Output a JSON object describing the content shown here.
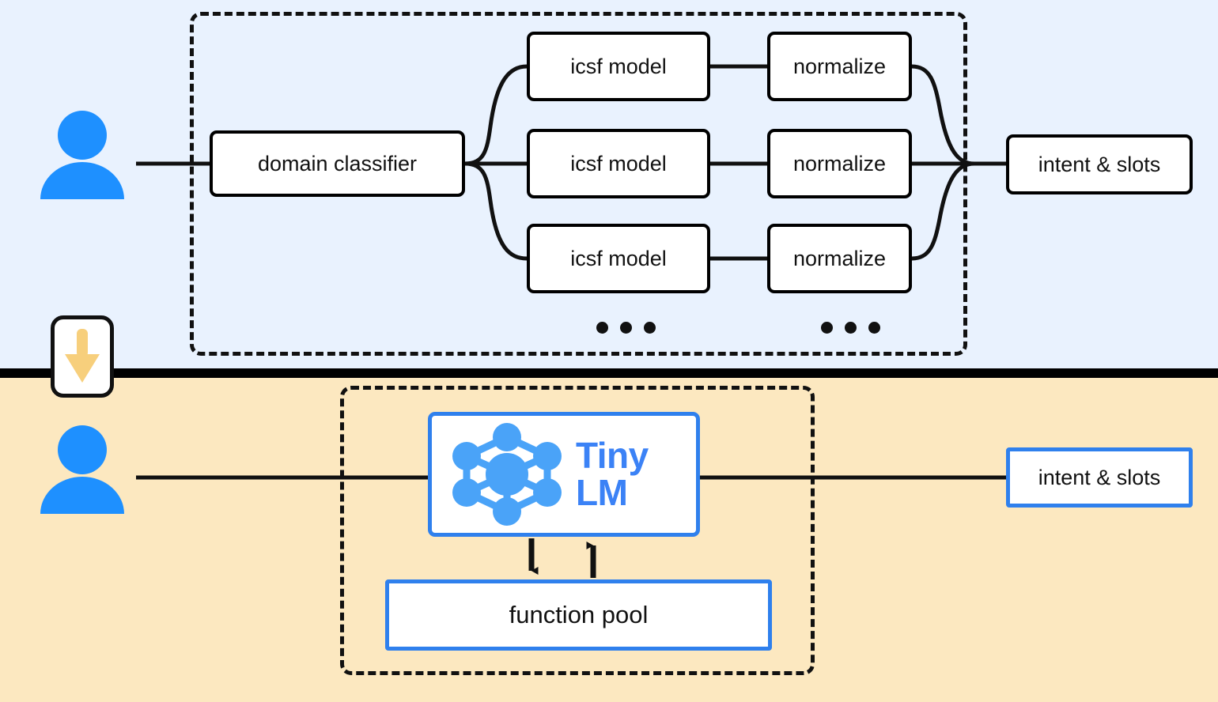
{
  "diagram": {
    "title": "Pipeline comparison: classic NLU stack vs Tiny LM with function pool",
    "colors": {
      "top_background": "#e9f2fe",
      "bottom_background": "#fce8c0",
      "divider": "#000000",
      "accent_blue": "#2f80ed",
      "logo_blue": "#3b82f6",
      "person_blue": "#1e90ff",
      "arrow_yellow": "#f7cf7c",
      "node_border": "#000000"
    }
  },
  "top_panel": {
    "name": "classic-nlu-pipeline",
    "user_icon": "person-icon",
    "group_label": "",
    "nodes": {
      "domain_classifier": "domain classifier",
      "icsf_models": [
        "icsf model",
        "icsf model",
        "icsf model"
      ],
      "normalizers": [
        "normalize",
        "normalize",
        "normalize"
      ],
      "output": "intent & slots"
    },
    "ellipsis": [
      "dot",
      "dot",
      "dot"
    ]
  },
  "transition": {
    "icon": "down-arrow-icon"
  },
  "bottom_panel": {
    "name": "tiny-lm-pipeline",
    "user_icon": "person-icon",
    "model_card": {
      "logo_icon": "neural-network-icon",
      "wordmark": "Tiny\nLM"
    },
    "function_pool": "function pool",
    "output": "intent & slots",
    "arrows": {
      "down": "arrow-down-icon",
      "up": "arrow-up-icon"
    }
  }
}
